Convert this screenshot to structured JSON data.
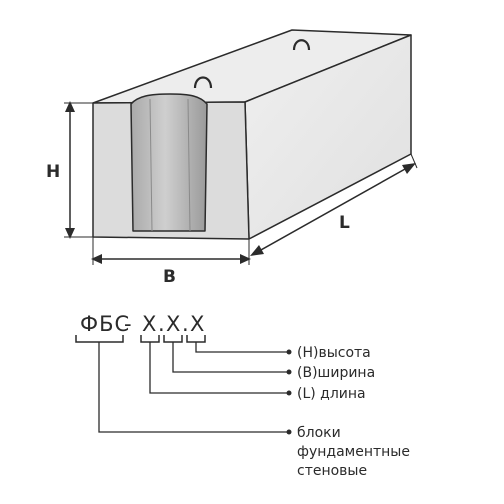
{
  "dimensions": {
    "height_label": "H",
    "width_label": "B",
    "length_label": "L"
  },
  "code": {
    "prefix": "ФБС",
    "separator": "-",
    "x1": "X",
    "dot1": ".",
    "x2": "X",
    "dot2": ".",
    "x3": "X"
  },
  "legend": {
    "height": "(H)высота",
    "width": "(B)ширина",
    "length": "(L) длина",
    "type_line1": "блоки",
    "type_line2": "фундаментные",
    "type_line3": "стеновые"
  },
  "colors": {
    "top_face": "#ededed",
    "front_face": "#dcdcdc",
    "side_face": "#e8e8e8",
    "groove": "#b9b9b9",
    "outline": "#2b2b2b"
  }
}
